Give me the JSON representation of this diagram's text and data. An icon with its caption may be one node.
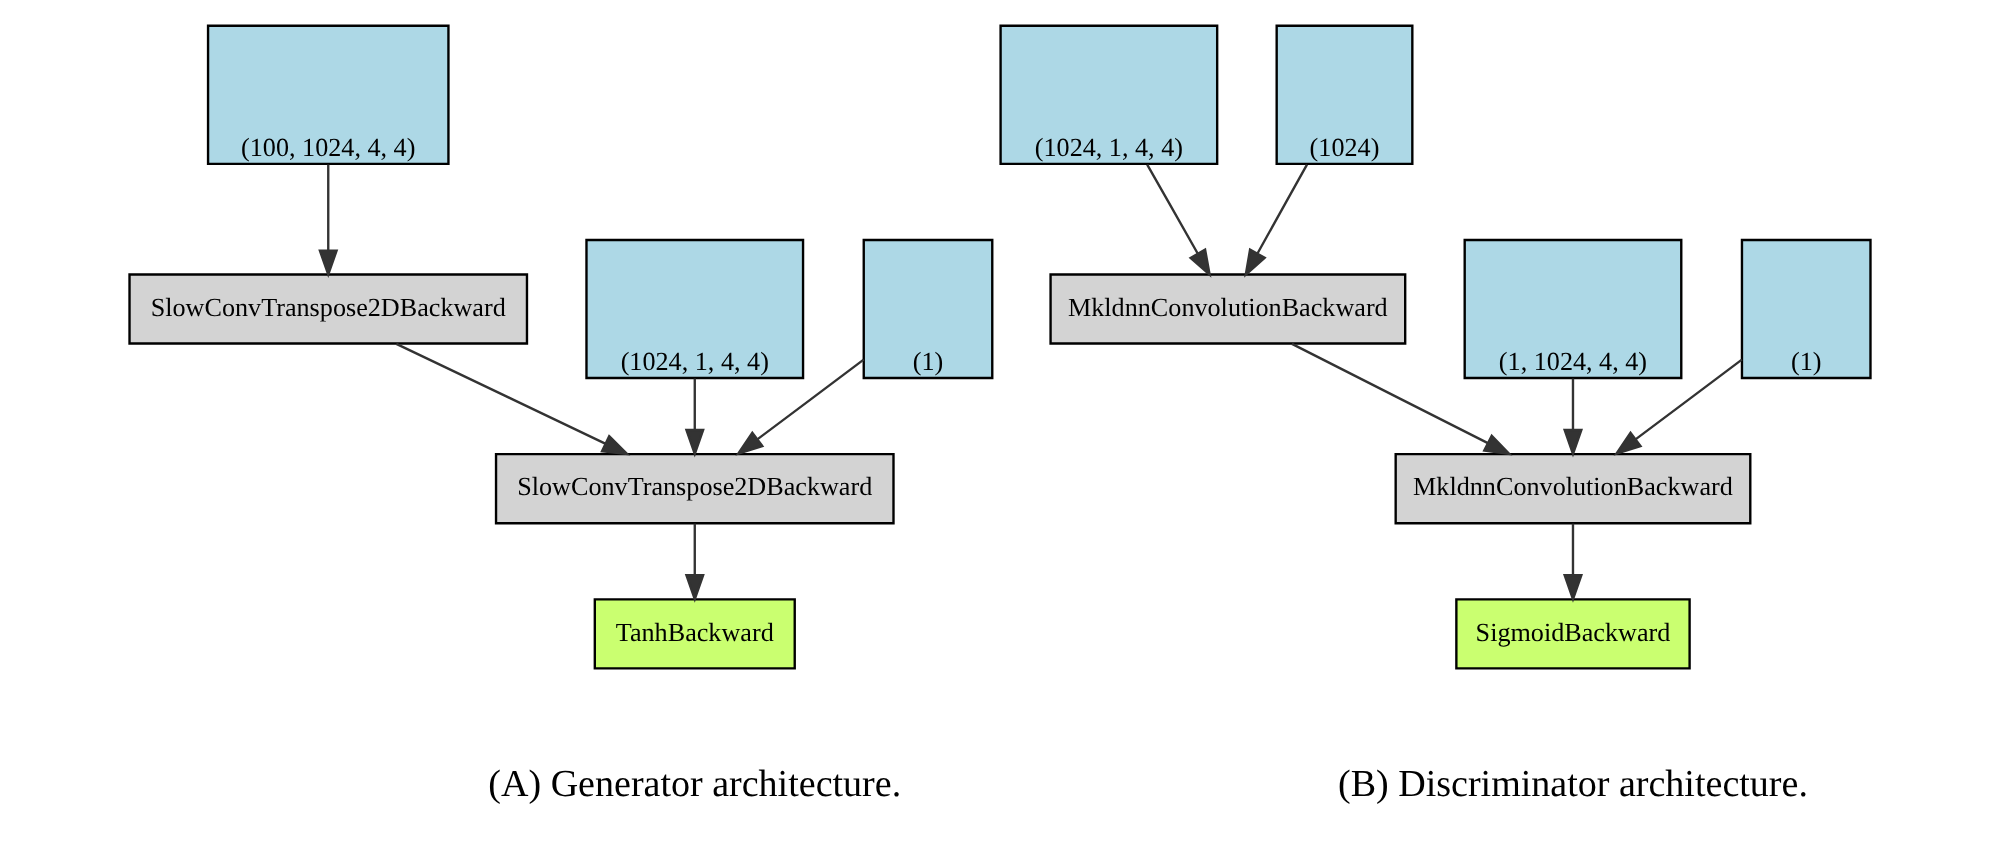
{
  "diagram": {
    "nodes": [
      {
        "text": [
          "(100, 1024, 4, 4)"
        ]
      },
      {
        "text": [
          "SlowConvTranspose2DBackward"
        ]
      },
      {
        "text": [
          "(1024, 1, 4, 4)"
        ]
      },
      {
        "text": [
          "(1)"
        ]
      },
      {
        "text": [
          "SlowConvTranspose2DBackward"
        ]
      },
      {
        "text": [
          "TanhBackward"
        ]
      },
      {
        "text": [
          "(1024, 1, 4, 4)"
        ]
      },
      {
        "text": [
          "(1024)"
        ]
      },
      {
        "text": [
          "MkldnnConvolutionBackward"
        ]
      },
      {
        "text": [
          "(1, 1024, 4, 4)"
        ]
      },
      {
        "text": [
          "(1)"
        ]
      },
      {
        "text": [
          "MkldnnConvolutionBackward"
        ]
      },
      {
        "text": [
          "SigmoidBackward"
        ]
      }
    ],
    "edges": [
      {
        "from": 0,
        "to": 1,
        "arrow": "to"
      },
      {
        "from": 1,
        "to": 4,
        "arrow": "to"
      },
      {
        "from": 2,
        "to": 4,
        "arrow": "to"
      },
      {
        "from": 3,
        "to": 4,
        "arrow": "to"
      },
      {
        "from": 4,
        "to": 5,
        "arrow": "to"
      },
      {
        "from": 6,
        "to": 8,
        "arrow": "to"
      },
      {
        "from": 7,
        "to": 8,
        "arrow": "to"
      },
      {
        "from": 8,
        "to": 11,
        "arrow": "to"
      },
      {
        "from": 9,
        "to": 11,
        "arrow": "to"
      },
      {
        "from": 10,
        "to": 11,
        "arrow": "to"
      },
      {
        "from": 11,
        "to": 12,
        "arrow": "to"
      }
    ],
    "labels": [
      "(A) Generator architecture.",
      "(B) Discriminator architecture."
    ]
  }
}
